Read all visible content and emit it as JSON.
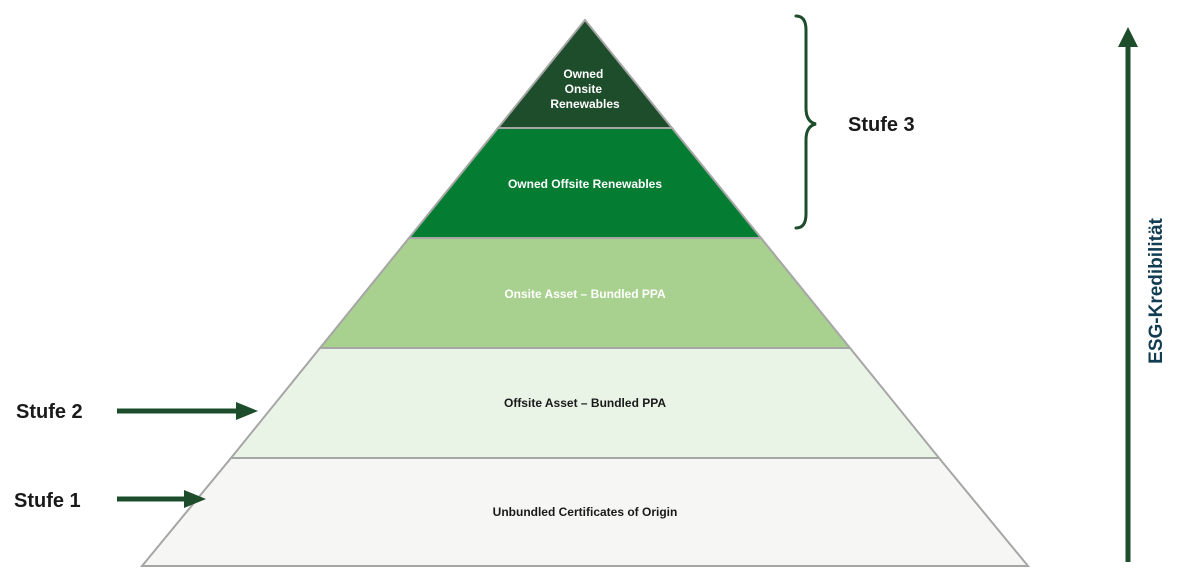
{
  "pyramid": {
    "levels": [
      {
        "lines": [
          "Owned",
          "Onsite",
          "Renewables"
        ],
        "fill": "#1e4d2b",
        "text_color": "#ffffff"
      },
      {
        "lines": [
          "Owned Offsite Renewables"
        ],
        "fill": "#047d32",
        "text_color": "#ffffff"
      },
      {
        "lines": [
          "Onsite Asset – Bundled PPA"
        ],
        "fill": "#a8d08e",
        "text_color": "#ffffff"
      },
      {
        "lines": [
          "Offsite Asset – Bundled PPA"
        ],
        "fill": "#eaf4e6",
        "text_color": "#1a1a1a"
      },
      {
        "lines": [
          "Unbundled Certificates of Origin"
        ],
        "fill": "#f6f7f4",
        "text_color": "#1a1a1a"
      }
    ],
    "outline_color": "#a6a6a6"
  },
  "markers": {
    "stufe_3": "Stufe 3",
    "stufe_2": "Stufe 2",
    "stufe_1": "Stufe 1",
    "arrow_color": "#1e4d2b"
  },
  "axis": {
    "label": "ESG-Kredibilität",
    "color": "#1e4d2b"
  }
}
